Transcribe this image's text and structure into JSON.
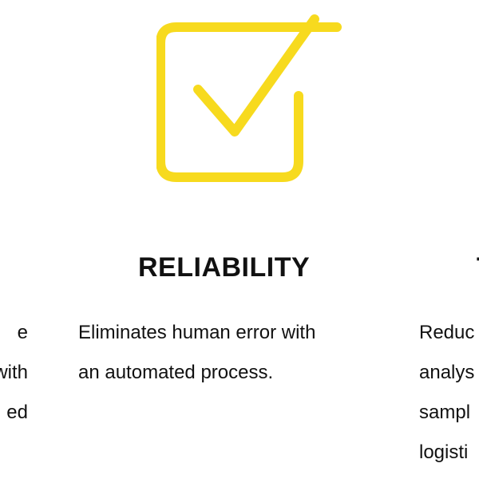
{
  "features": {
    "left": {
      "title": "",
      "desc_lines": [
        "e",
        "with",
        "ed"
      ]
    },
    "center": {
      "icon": "checkbox-check-icon",
      "title": "RELIABILITY",
      "desc_lines": [
        "Eliminates human error with",
        "an automated process."
      ]
    },
    "right": {
      "title": "T",
      "desc_lines": [
        "Reduc",
        "analys",
        "sampl",
        "logisti"
      ]
    }
  },
  "colors": {
    "accent": "#F7DA1E",
    "text": "#111111",
    "background": "#FFFFFF"
  }
}
